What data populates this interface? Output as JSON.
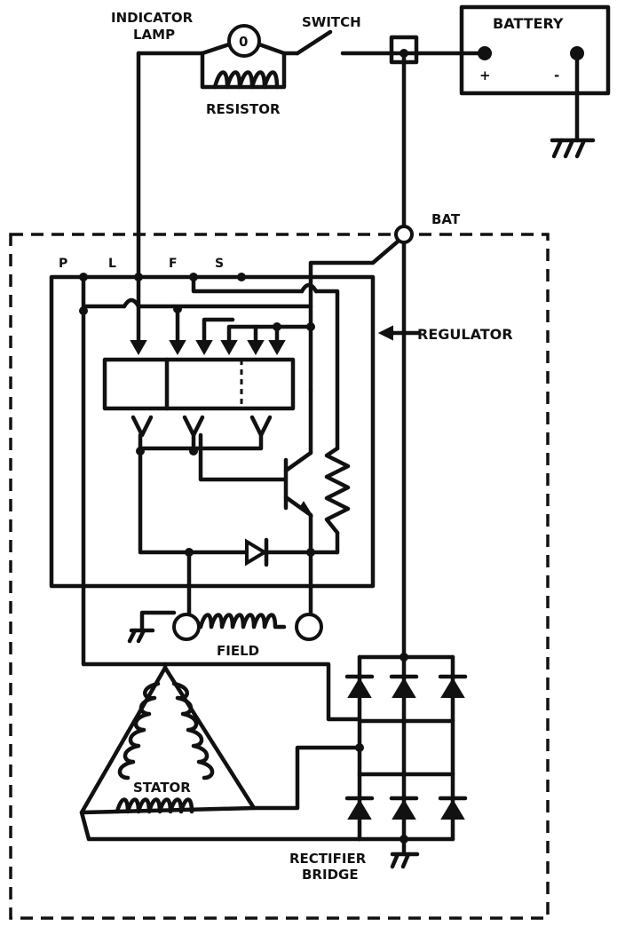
{
  "labels": {
    "indicator_lamp_line1": "INDICATOR",
    "indicator_lamp_line2": "LAMP",
    "lamp_symbol": "0",
    "switch": "SWITCH",
    "battery": "BATTERY",
    "battery_plus": "+",
    "battery_minus": "-",
    "resistor": "RESISTOR",
    "bat": "BAT",
    "terminal_p": "P",
    "terminal_l": "L",
    "terminal_f": "F",
    "terminal_s": "S",
    "regulator": "REGULATOR",
    "field": "FIELD",
    "stator": "STATOR",
    "rectifier_line1": "RECTIFIER",
    "rectifier_line2": "BRIDGE"
  }
}
